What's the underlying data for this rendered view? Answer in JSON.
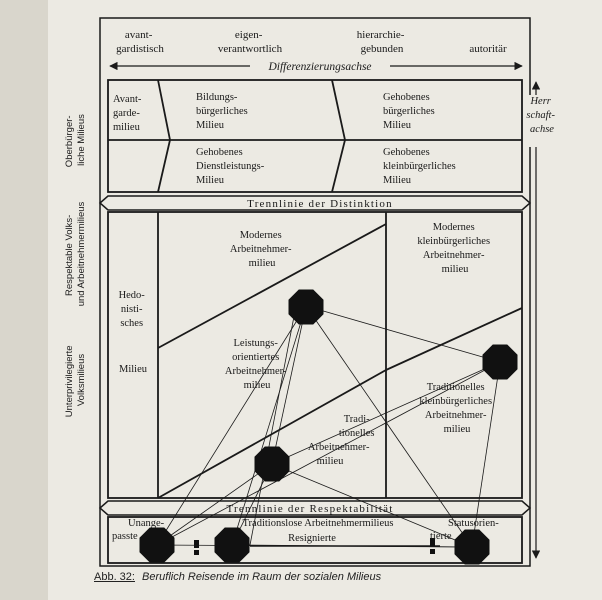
{
  "axis_top": {
    "labels": [
      [
        "avant-",
        "gardistisch"
      ],
      [
        "eigen-",
        "verantwortlich"
      ],
      [
        "hierarchie-",
        "gebunden"
      ],
      [
        "autoritär"
      ]
    ],
    "axis_name": "Differenzierungsachse"
  },
  "axis_right": [
    "Herr",
    "schaft-",
    "achse"
  ],
  "left_labels": {
    "upper": [
      "Oberbürger-",
      "liche Milieus"
    ],
    "middle": [
      "Respektable Volks-",
      "und Arbeitnehmermilieus"
    ],
    "lower": [
      "Unterprivilegierte",
      "Volksmilieus"
    ]
  },
  "milieus": {
    "avantgarde": [
      "Avant-",
      "garde-",
      "milieu"
    ],
    "bildung": [
      "Bildungs-",
      "bürgerliches",
      "Milieu"
    ],
    "gehoben_buerger": [
      "Gehobenes",
      "bürgerliches",
      "Milieu"
    ],
    "dienstleistung": [
      "Gehobenes",
      "Dienstleistungs-",
      "Milieu"
    ],
    "kleinbuerger_geh": [
      "Gehobenes",
      "kleinbürgerliches",
      "Milieu"
    ],
    "hedonist": [
      "Hedo-",
      "nisti-",
      "sches",
      "",
      "Milieu"
    ],
    "modern_arbeit": [
      "Modernes",
      "Arbeitnehmer-",
      "milieu"
    ],
    "modern_klein": [
      "Modernes",
      "kleinbürgerliches",
      "Arbeitnehmer-",
      "milieu"
    ],
    "leistung": [
      "Leistungs-",
      "orientiertes",
      "Arbeitnehmer-",
      "milieu"
    ],
    "trad_klein": [
      "Traditionelles",
      "kleinbürgerliches",
      "Arbeitnehmer-",
      "milieu"
    ],
    "trad_arbeit": [
      "Tradi-",
      "tionelles",
      "Arbeitnehmer-",
      "milieu"
    ],
    "unangepasste": [
      "Unange-",
      "passte"
    ],
    "traditionslos": "Traditionslose Arbeitnehmermilieus",
    "resignierte": "Resignierte",
    "statusorientiert": [
      "Statusorien-",
      "tierte"
    ]
  },
  "dividers": {
    "distinktion": "Trennlinie der Distinktion",
    "respektabilitaet": "Trennlinie der Respektabilität"
  },
  "caption": {
    "label": "Abb. 32:",
    "title": "Beruflich Reisende im Raum der sozialen Milieus"
  },
  "colors": {
    "ink": "#1a1a1a",
    "paper": "#eceae3",
    "node": "#111111"
  }
}
